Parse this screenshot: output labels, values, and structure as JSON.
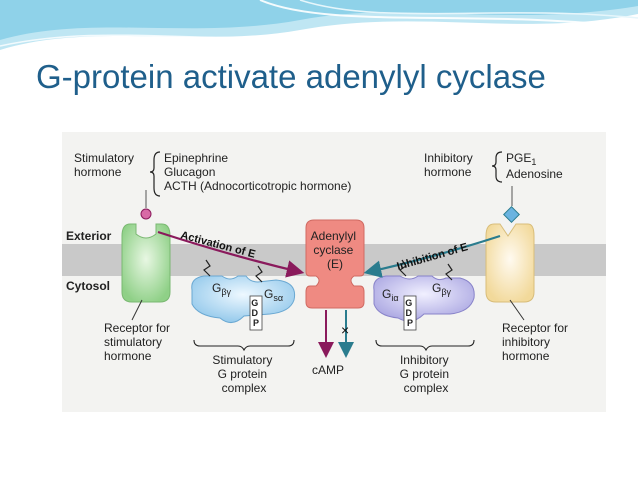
{
  "slide": {
    "title": "G-protein activate adenylyl cyclase"
  },
  "diagram": {
    "stimulatory_hormone_label": [
      "Stimulatory",
      "hormone"
    ],
    "stimulatory_hormones": [
      "Epinephrine",
      "Glucagon",
      "ACTH (Adnocorticotropic hormone)"
    ],
    "inhibitory_hormone_label": [
      "Inhibitory",
      "hormone"
    ],
    "inhibitory_hormones": [
      "PGE",
      "1",
      "Adenosine"
    ],
    "exterior_label": "Exterior",
    "cytosol_label": "Cytosol",
    "adenylyl_cyclase": [
      "Adenylyl",
      "cyclase",
      "(E)"
    ],
    "activation_label": "Activation of E",
    "inhibition_label": "Inhibition of E",
    "g_beta_gamma": "G",
    "g_beta_gamma_sub": "βγ",
    "g_s_alpha": "G",
    "g_s_alpha_sub": "sα",
    "g_i_alpha": "G",
    "g_i_alpha_sub": "iα",
    "gdp_letters": [
      "G",
      "D",
      "P"
    ],
    "receptor_stimulatory": [
      "Receptor for",
      "stimulatory",
      "hormone"
    ],
    "stimulatory_g_protein": [
      "Stimulatory",
      "G protein",
      "complex"
    ],
    "camp": "cAMP",
    "inhibitory_g_protein": [
      "Inhibitory",
      "G protein",
      "complex"
    ],
    "receptor_inhibitory": [
      "Receptor for",
      "inhibitory",
      "hormone"
    ],
    "blocked_mark": "×",
    "colors": {
      "title": "#1f5f8b",
      "stimulatory_arrow": "#8a1a5c",
      "inhibitory_arrow": "#2a7c8e",
      "membrane": "#c9c9c9",
      "adenylyl_cyclase": "#ef8a82",
      "stim_receptor": "#a8dca0",
      "inhib_receptor": "#f5e3b0",
      "g_protein_stim": "#a9d4ee",
      "g_protein_inhib": "#b9b6e6"
    }
  }
}
